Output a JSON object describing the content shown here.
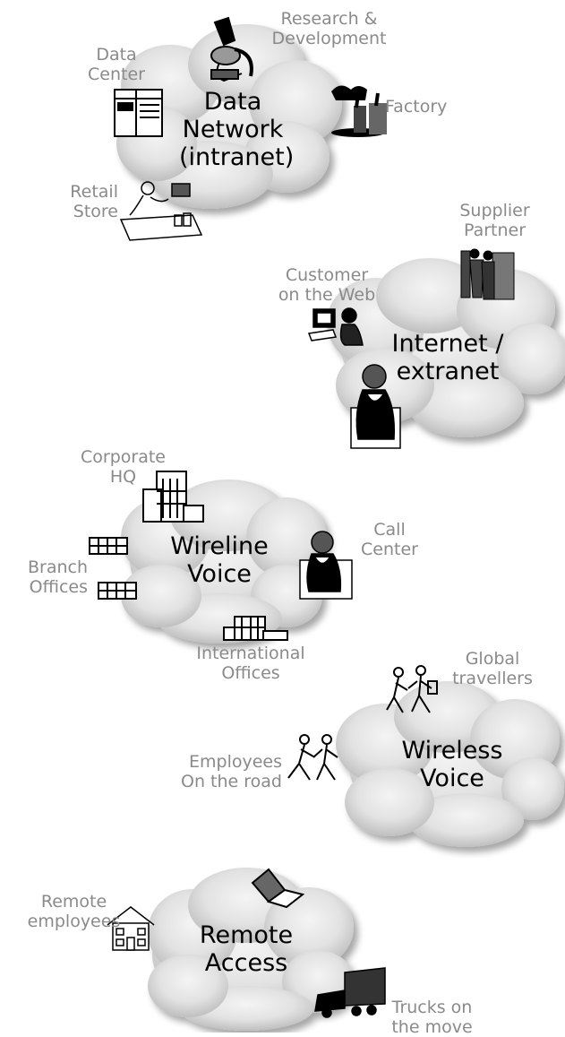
{
  "clouds": {
    "data_network": {
      "line1": "Data",
      "line2": "Network",
      "line3": "(intranet)"
    },
    "internet": {
      "line1": "Internet /",
      "line2": "extranet"
    },
    "wireline": {
      "line1": "Wireline",
      "line2": "Voice"
    },
    "wireless": {
      "line1": "Wireless",
      "line2": "Voice"
    },
    "remote": {
      "line1": "Remote",
      "line2": "Access"
    }
  },
  "labels": {
    "research": {
      "line1": "Research &",
      "line2": "Development"
    },
    "data_center": {
      "line1": "Data",
      "line2": "Center"
    },
    "factory": "Factory",
    "retail": {
      "line1": "Retail",
      "line2": "Store"
    },
    "supplier": {
      "line1": "Supplier",
      "line2": "Partner"
    },
    "customer": {
      "line1": "Customer",
      "line2": "on the Web"
    },
    "corporate": {
      "line1": "Corporate",
      "line2": "HQ"
    },
    "call_center": {
      "line1": "Call",
      "line2": "Center"
    },
    "branch": {
      "line1": "Branch",
      "line2": "Offices"
    },
    "international": {
      "line1": "International",
      "line2": "Offices"
    },
    "global": {
      "line1": "Global",
      "line2": "travellers"
    },
    "employees_road": {
      "line1": "Employees",
      "line2": "On the road"
    },
    "remote_employees": {
      "line1": "Remote",
      "line2": "employees"
    },
    "trucks": {
      "line1": "Trucks on",
      "line2": "the move"
    }
  }
}
